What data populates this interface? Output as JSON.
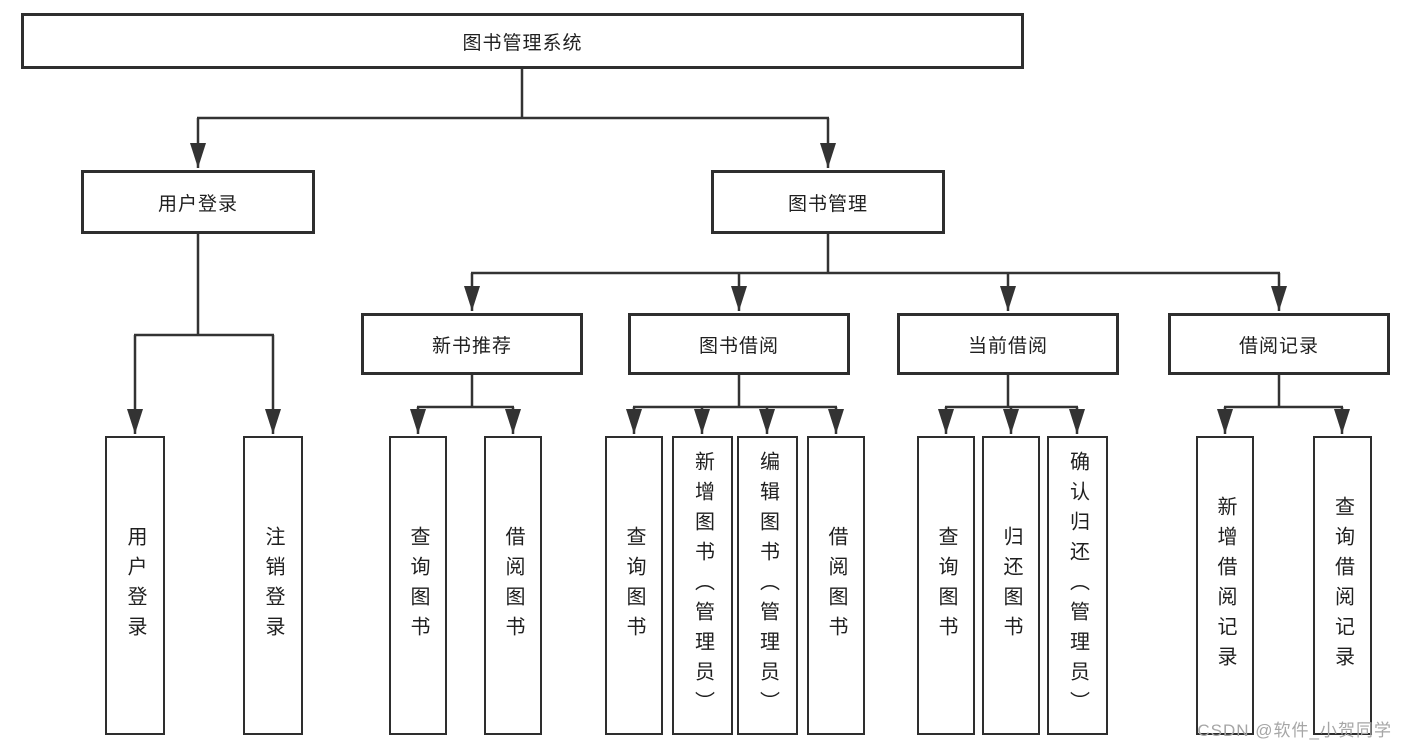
{
  "colors": {
    "background": "#ffffff",
    "line": "#333333",
    "box_border": "#2e2e2e",
    "text": "#1f1f1f",
    "watermark": "#a6a6a6"
  },
  "tree": {
    "root": {
      "label": "图书管理系统",
      "children": [
        {
          "label": "用户登录",
          "children": [
            {
              "label": "用户登录"
            },
            {
              "label": "注销登录"
            }
          ]
        },
        {
          "label": "图书管理",
          "children": [
            {
              "label": "新书推荐",
              "children": [
                {
                  "label": "查询图书"
                },
                {
                  "label": "借阅图书"
                }
              ]
            },
            {
              "label": "图书借阅",
              "children": [
                {
                  "label": "查询图书"
                },
                {
                  "label": "新增图书（管理员）"
                },
                {
                  "label": "编辑图书（管理员）"
                },
                {
                  "label": "借阅图书"
                }
              ]
            },
            {
              "label": "当前借阅",
              "children": [
                {
                  "label": "查询图书"
                },
                {
                  "label": "归还图书"
                },
                {
                  "label": "确认归还（管理员）"
                }
              ]
            },
            {
              "label": "借阅记录",
              "children": [
                {
                  "label": "新增借阅记录"
                },
                {
                  "label": "查询借阅记录"
                }
              ]
            }
          ]
        }
      ]
    }
  },
  "watermark": {
    "text": "CSDN @软件_小贺同学"
  }
}
